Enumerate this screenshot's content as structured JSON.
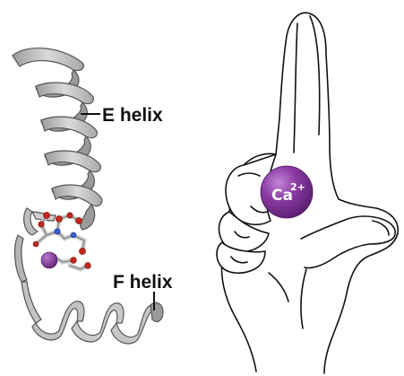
{
  "diagram": {
    "labels": {
      "e_helix": "E helix",
      "f_helix": "F helix"
    },
    "ion": {
      "symbol": "Ca",
      "charge": "2+"
    },
    "colors": {
      "ribbon_fill": "#c9c9c9",
      "ribbon_shadow": "#8f8f8f",
      "ribbon_edge": "#555555",
      "ion": "#7b2f93",
      "ion_highlight": "#b06cc6",
      "stick_red": "#c0281e",
      "stick_blue": "#3a5fcf",
      "hand_line": "#111111",
      "hand_fill": "#ffffff"
    }
  }
}
